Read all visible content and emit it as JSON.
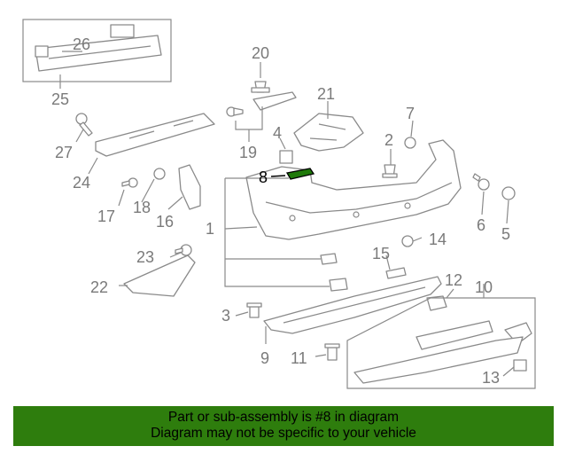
{
  "callouts": [
    "1",
    "2",
    "3",
    "4",
    "5",
    "6",
    "7",
    "8",
    "9",
    "10",
    "11",
    "12",
    "13",
    "14",
    "15",
    "16",
    "17",
    "18",
    "19",
    "20",
    "21",
    "22",
    "23",
    "24",
    "25",
    "26",
    "27"
  ],
  "highlight": {
    "callout": "8",
    "color": "#000000",
    "part_color": "#1f7a0a"
  },
  "banner": {
    "line1": "Part or sub-assembly is #8 in diagram",
    "line2": "Diagram may not be specific to your vehicle",
    "background": "#2e7d0d"
  },
  "colors": {
    "line_art": "#8a8a8a",
    "callout_text": "#7a7a7a"
  }
}
